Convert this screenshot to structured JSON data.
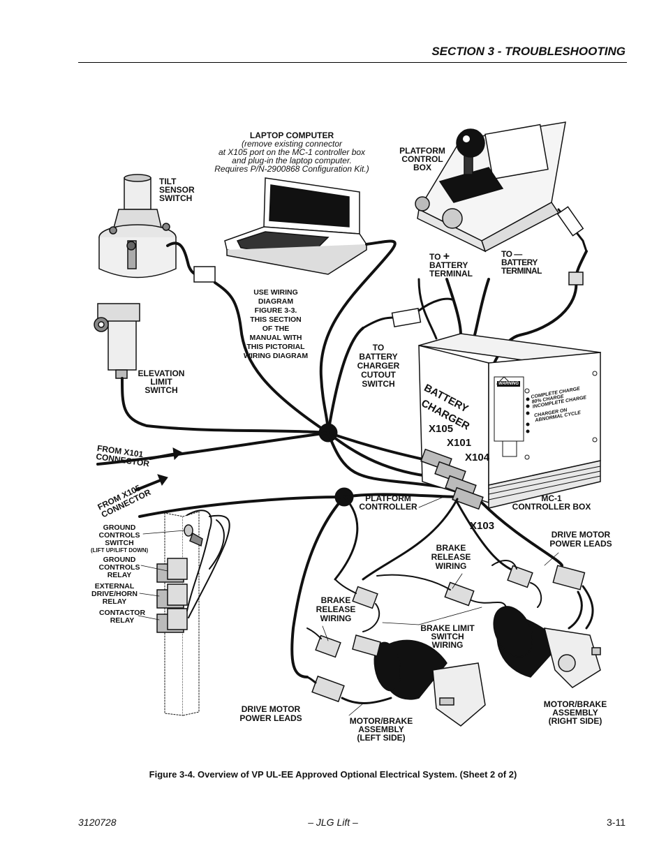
{
  "header": {
    "section_title": "SECTION 3 - TROUBLESHOOTING"
  },
  "laptop": {
    "title": "LAPTOP COMPUTER",
    "note": [
      "(remove existing connector",
      "at X105 port on the MC-1 controller box",
      "and plug-in the laptop computer.",
      "Requires P/N-2900868 Configuration Kit.)"
    ]
  },
  "labels": {
    "tilt_sensor": [
      "TILT",
      "SENSOR",
      "SWITCH"
    ],
    "platform_control_box": [
      "PLATFORM",
      "CONTROL",
      "BOX"
    ],
    "to_pos_battery": [
      "TO",
      "BATTERY",
      "TERMINAL"
    ],
    "to_neg_battery": [
      "TO",
      "BATTERY",
      "TERMINAL"
    ],
    "use_wiring": [
      "USE WIRING",
      "DIAGRAM",
      "FIGURE 3-3.",
      "THIS SECTION",
      "OF THE",
      "MANUAL WITH",
      "THIS PICTORIAL",
      "WIRING DIAGRAM"
    ],
    "elevation_limit": [
      "ELEVATION",
      "LIMIT",
      "SWITCH"
    ],
    "battery_charger_cutout": [
      "TO",
      "BATTERY",
      "CHARGER",
      "CUTOUT",
      "SWITCH"
    ],
    "from_x101": [
      "FROM X101",
      "CONNECTOR"
    ],
    "from_x105": [
      "FROM X105",
      "CONNECTOR"
    ],
    "x105": "X105",
    "x101": "X101",
    "x104": "X104",
    "x103": "X103",
    "platform_controller": [
      "PLATFORM",
      "CONTROLLER"
    ],
    "mc1_box": [
      "MC-1",
      "CONTROLLER BOX"
    ],
    "ground_controls_switch": [
      "GROUND",
      "CONTROLS",
      "SWITCH"
    ],
    "ground_controls_switch_sub": "(LIFT UP/LIFT DOWN)",
    "ground_controls_relay": [
      "GROUND",
      "CONTROLS",
      "RELAY"
    ],
    "external_drive": [
      "EXTERNAL",
      "DRIVE/HORN",
      "RELAY"
    ],
    "contactor_relay": [
      "CONTACTOR",
      "RELAY"
    ],
    "drive_motor_right": [
      "DRIVE MOTOR",
      "POWER LEADS"
    ],
    "brake_release_right": [
      "BRAKE",
      "RELEASE",
      "WIRING"
    ],
    "brake_release_left": [
      "BRAKE",
      "RELEASE",
      "WIRING"
    ],
    "brake_limit": [
      "BRAKE LIMIT",
      "SWITCH",
      "WIRING"
    ],
    "drive_motor_left": [
      "DRIVE MOTOR",
      "POWER LEADS"
    ],
    "motor_brake_left": [
      "MOTOR/BRAKE",
      "ASSEMBLY",
      "(LEFT SIDE)"
    ],
    "motor_brake_right": [
      "MOTOR/BRAKE",
      "ASSEMBLY",
      "(RIGHT SIDE)"
    ]
  },
  "symbols": {
    "plus": "+",
    "minus": "—"
  },
  "charger_panel": {
    "name_line1": "BATTERY",
    "name_line2": "CHARGER",
    "warning": "WARNING",
    "indicators": [
      "COMPLETE CHARGE",
      "80% CHARGE",
      "INCOMPLETE CHARGE",
      "CHARGER ON",
      "ABNORMAL CYCLE"
    ]
  },
  "caption": "Figure 3-4.  Overview of VP UL-EE Approved Optional Electrical System. (Sheet 2 of 2)",
  "footer": {
    "doc_number": "3120728",
    "center": "– JLG Lift –",
    "page": "3-11"
  },
  "colors": {
    "ink": "#111111",
    "grey": "#8a8a8a",
    "dark": "#1a1a1a",
    "light": "#e8e8e8"
  }
}
